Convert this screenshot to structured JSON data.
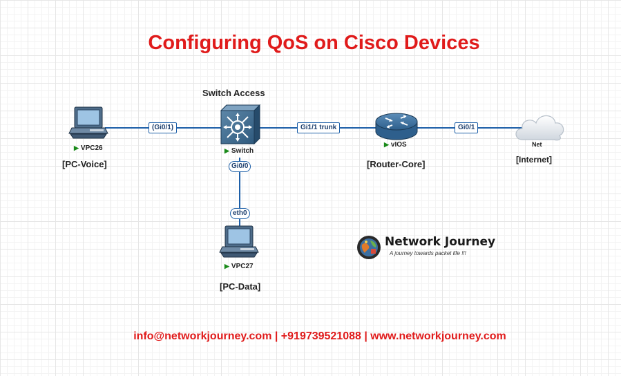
{
  "title": "Configuring QoS on Cisco Devices",
  "group_title": "Switch Access",
  "devices": {
    "pc_voice": {
      "name": "VPC26",
      "bracket": "[PC-Voice]",
      "icon": "desktop-pc-icon"
    },
    "switch": {
      "name": "Switch",
      "icon": "multilayer-switch-icon"
    },
    "router": {
      "name": "vIOS",
      "bracket": "[Router-Core]",
      "icon": "router-icon"
    },
    "cloud": {
      "name": "Net",
      "bracket": "[Internet]",
      "icon": "cloud-icon"
    },
    "pc_data": {
      "name": "VPC27",
      "bracket": "[PC-Data]",
      "icon": "desktop-pc-icon"
    }
  },
  "interfaces": {
    "pcvoice_switch": "(Gi0/1)",
    "switch_router": "Gi1/1 trunk",
    "router_net": "Gi0/1",
    "switch_down": "Gi0/0",
    "pcdata_up": "eth0"
  },
  "logo": {
    "name": "Network Journey",
    "tagline": "A journey towards packet life !!!"
  },
  "footer": "info@networkjourney.com | +919739521088 | www.networkjourney.com",
  "colors": {
    "title": "#e01b1b",
    "link": "#1d5fa8",
    "status_running": "#1a8a1a"
  }
}
